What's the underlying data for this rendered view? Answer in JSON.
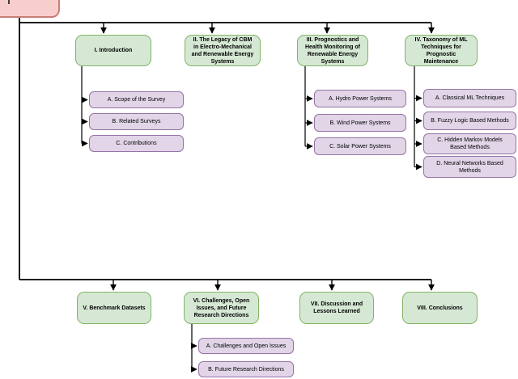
{
  "palette": {
    "section_fill": "#d5e8d4",
    "section_border": "#82b366",
    "subsection_fill": "#e1d5e7",
    "subsection_border": "#9673a6",
    "clipped_node_fill": "#f8cecc",
    "clipped_node_border": "#c97d76",
    "connector": "#000000",
    "text": "#000000"
  },
  "sections": {
    "intro": {
      "label": "I. Introduction",
      "subsections": [
        {
          "label": "A. Scope of the Survey"
        },
        {
          "label": "B. Related Surveys"
        },
        {
          "label": "C. Contributions"
        }
      ]
    },
    "legacy": {
      "label": "II.  The Legacy of  CBM\nin Electro-Mechanical\nand Renewable Energy\nSystems"
    },
    "prognostics": {
      "label": "III. Prognostics and\nHealth Monitoring of\nRenewable Energy\nSystems",
      "subsections": [
        {
          "label": "A. Hydro Power Systems"
        },
        {
          "label": "B. Wind Power Systems"
        },
        {
          "label": "C. Solar Power Systems"
        }
      ]
    },
    "taxonomy": {
      "label": "IV. Taxonomy of ML\nTechniques for\nPrognostic\nMaintenance",
      "subsections": [
        {
          "label": "A.  Classical ML  Techniques"
        },
        {
          "label": "B. Fuzzy Logic  Based Methods"
        },
        {
          "label": "C. Hidden Markov Models\nBased Methods"
        },
        {
          "label": "D. Neural Networks Based\nMethods"
        }
      ]
    },
    "benchmark": {
      "label": "V. Benchmark Datasets"
    },
    "challenges": {
      "label": "VI. Challenges, Open\nIssues, and Future\nResearch Directions",
      "subsections": [
        {
          "label": "A. Challenges and Open Issues"
        },
        {
          "label": "B. Future Research Directions"
        }
      ]
    },
    "discussion": {
      "label": "VII. Discussion and\nLessons Learned"
    },
    "conclusions": {
      "label": "VIII. Conclusions"
    }
  }
}
